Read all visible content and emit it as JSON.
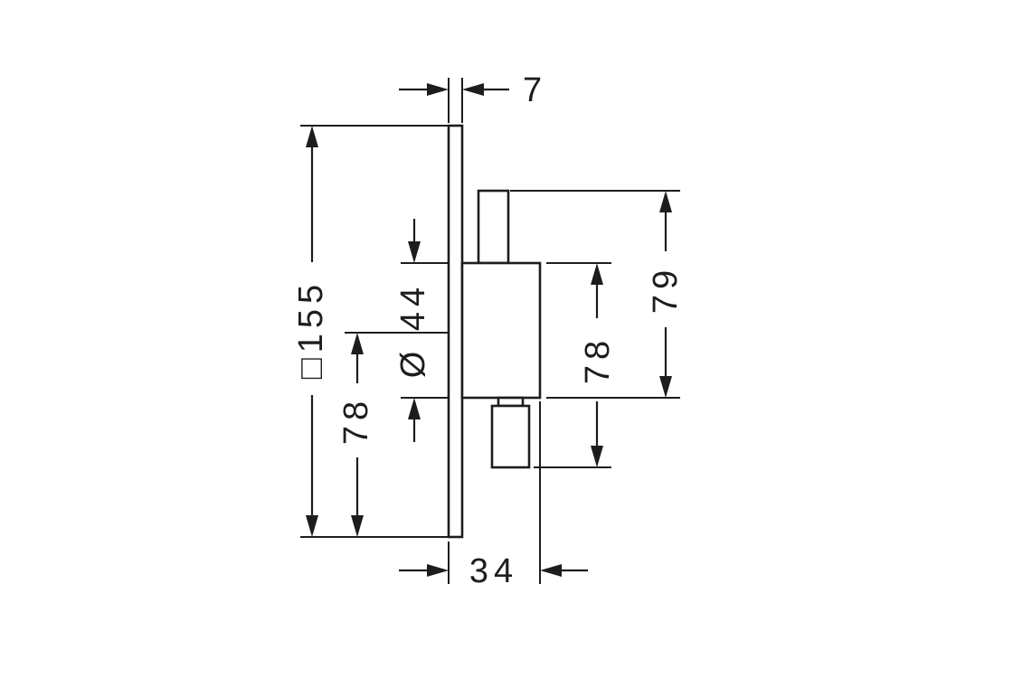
{
  "drawing": {
    "background": "#ffffff",
    "line_color": "#1d1d1b",
    "dimensions": {
      "plate_thickness": "7",
      "plate_size": "□155",
      "plate_center_to_bottom": "78",
      "sleeve_diameter": "Ø 44",
      "body_span_lower": "78",
      "body_span_upper": "79",
      "installation_depth": "34"
    }
  }
}
